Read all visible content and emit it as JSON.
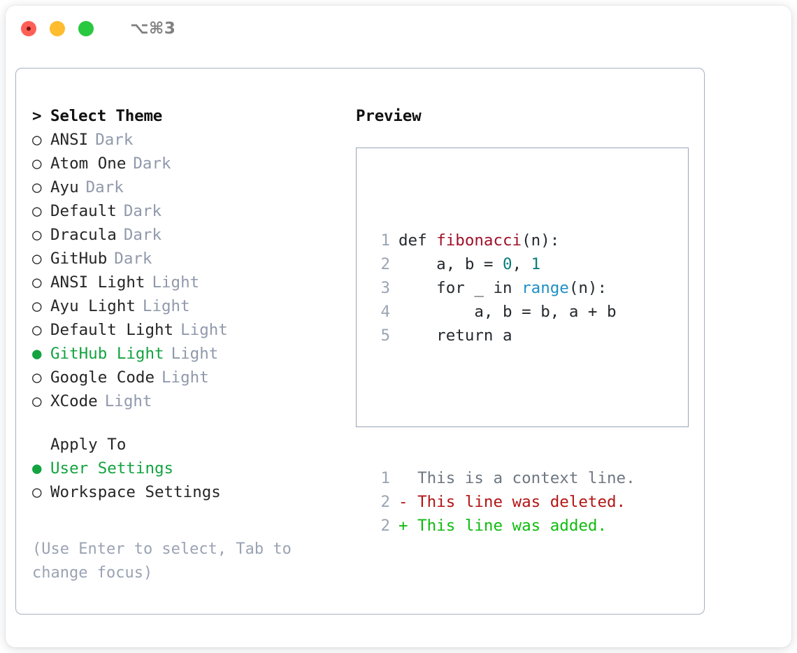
{
  "titlebar": {
    "shortcut": "⌥⌘3",
    "lights": [
      "close",
      "minimize",
      "maximize"
    ]
  },
  "theme_list": {
    "header_marker": ">",
    "header_label": "Select Theme",
    "items": [
      {
        "marker": "○",
        "label": "ANSI",
        "tag": "Dark",
        "selected": false
      },
      {
        "marker": "○",
        "label": "Atom One",
        "tag": "Dark",
        "selected": false
      },
      {
        "marker": "○",
        "label": "Ayu",
        "tag": "Dark",
        "selected": false
      },
      {
        "marker": "○",
        "label": "Default",
        "tag": "Dark",
        "selected": false
      },
      {
        "marker": "○",
        "label": "Dracula",
        "tag": "Dark",
        "selected": false
      },
      {
        "marker": "○",
        "label": "GitHub",
        "tag": "Dark",
        "selected": false
      },
      {
        "marker": "○",
        "label": "ANSI Light",
        "tag": "Light",
        "selected": false
      },
      {
        "marker": "○",
        "label": "Ayu Light",
        "tag": "Light",
        "selected": false
      },
      {
        "marker": "○",
        "label": "Default Light",
        "tag": "Light",
        "selected": false
      },
      {
        "marker": "●",
        "label": "GitHub Light",
        "tag": "Light",
        "selected": true
      },
      {
        "marker": "○",
        "label": "Google Code",
        "tag": "Light",
        "selected": false
      },
      {
        "marker": "○",
        "label": "XCode",
        "tag": "Light",
        "selected": false
      }
    ]
  },
  "apply_to": {
    "header_marker": " ",
    "header_label": "Apply To",
    "items": [
      {
        "marker": "●",
        "label": "User Settings",
        "selected": true
      },
      {
        "marker": "○",
        "label": "Workspace Settings",
        "selected": false
      }
    ]
  },
  "hint": "(Use Enter to select, Tab to change focus)",
  "preview": {
    "title": "Preview",
    "code_lines": [
      {
        "num": "1",
        "segments": [
          {
            "text": "def ",
            "kind": "plain"
          },
          {
            "text": "fibonacci",
            "kind": "fn"
          },
          {
            "text": "(n):",
            "kind": "plain"
          }
        ]
      },
      {
        "num": "2",
        "segments": [
          {
            "text": "    a, b = ",
            "kind": "plain"
          },
          {
            "text": "0",
            "kind": "num"
          },
          {
            "text": ", ",
            "kind": "plain"
          },
          {
            "text": "1",
            "kind": "num"
          }
        ]
      },
      {
        "num": "3",
        "segments": [
          {
            "text": "    for _ in ",
            "kind": "plain"
          },
          {
            "text": "range",
            "kind": "call"
          },
          {
            "text": "(n):",
            "kind": "plain"
          }
        ]
      },
      {
        "num": "4",
        "segments": [
          {
            "text": "        a, b = b, a + b",
            "kind": "plain"
          }
        ]
      },
      {
        "num": "5",
        "segments": [
          {
            "text": "    return a",
            "kind": "plain"
          }
        ]
      }
    ],
    "diff_lines": [
      {
        "num": "1",
        "sign": " ",
        "text": " This is a context line.",
        "kind": "context"
      },
      {
        "num": "2",
        "sign": "-",
        "text": " This line was deleted.",
        "kind": "deleted"
      },
      {
        "num": "2",
        "sign": "+",
        "text": " This line was added.",
        "kind": "added"
      }
    ]
  },
  "colors": {
    "accent_green": "#13a340",
    "muted": "#9aa3b3",
    "tag": "#9099ab",
    "line_number": "#9aa5b4",
    "fn_red": "#a0102a",
    "number_teal": "#0b7c7a",
    "call_blue": "#1f8fc4",
    "diff_context": "#6e7781",
    "diff_deleted": "#b31515",
    "diff_added": "#0fbb0f",
    "panel_border": "#a7b0c0",
    "preview_border": "#9aa5b6"
  }
}
